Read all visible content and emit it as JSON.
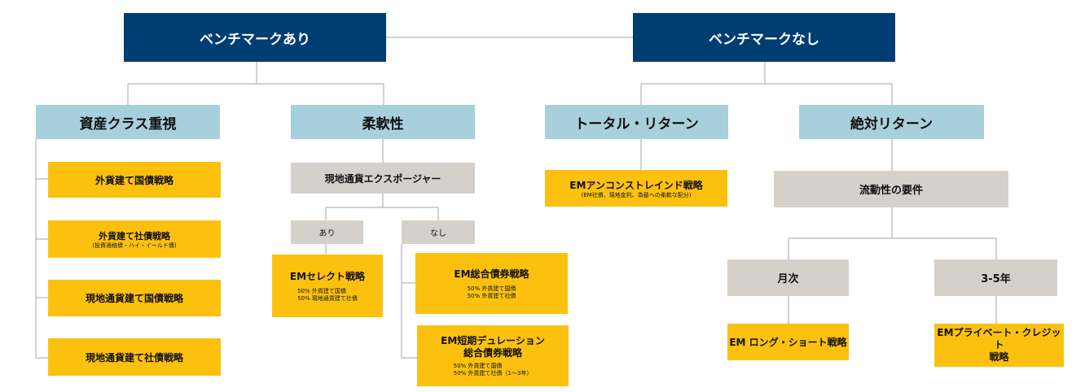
{
  "colors": {
    "navy": "#003d73",
    "teal": "#a8cfdc",
    "grey": "#d6d0ca",
    "yellow": "#fcc10f",
    "connector": "#a6a6a6"
  },
  "level1": {
    "with_benchmark": "ベンチマークあり",
    "without_benchmark": "ベンチマークなし"
  },
  "level2": {
    "asset_class": "資産クラス重視",
    "flexibility": "柔軟性",
    "total_return": "トータル・リターン",
    "absolute_return": "絶対リターン"
  },
  "asset_class_strategies": {
    "foreign_govt": "外貨建て国債戦略",
    "foreign_corp": "外貨建て社債戦略",
    "foreign_corp_note": "(投資適格債・ハイ・イールド債)",
    "local_govt": "現地通貨建て国債戦略",
    "local_corp": "現地通貨建て社債戦略"
  },
  "flexibility_branch": {
    "fx_exposure": "現地通貨エクスポージャー",
    "yes": "あり",
    "no": "なし",
    "em_select": {
      "title": "EMセレクト戦略",
      "line1": "50% 外貨建て国債",
      "line2": "50% 現地通貨建て社債"
    },
    "em_aggregate": {
      "title": "EM総合債券戦略",
      "line1": "50% 外貨建て国債",
      "line2": "50% 外貨建て社債"
    },
    "em_short": {
      "title_line1": "EM短期デュレーション",
      "title_line2": "総合債券戦略",
      "line1": "50% 外貨建て国債",
      "line2": "50% 外貨建て社債（1～3年）"
    }
  },
  "total_return_branch": {
    "em_unconstrained": "EMアンコンストレインド戦略",
    "em_unconstrained_note": "(EM社債、現地金利、為替への柔軟な配分)"
  },
  "absolute_return_branch": {
    "liquidity": "流動性の要件",
    "monthly": "月次",
    "years": "3-5年",
    "long_short": "EM ロング・ショート戦略",
    "private_credit_line1": "EMプライベート・クレジット",
    "private_credit_line2": "戦略"
  }
}
